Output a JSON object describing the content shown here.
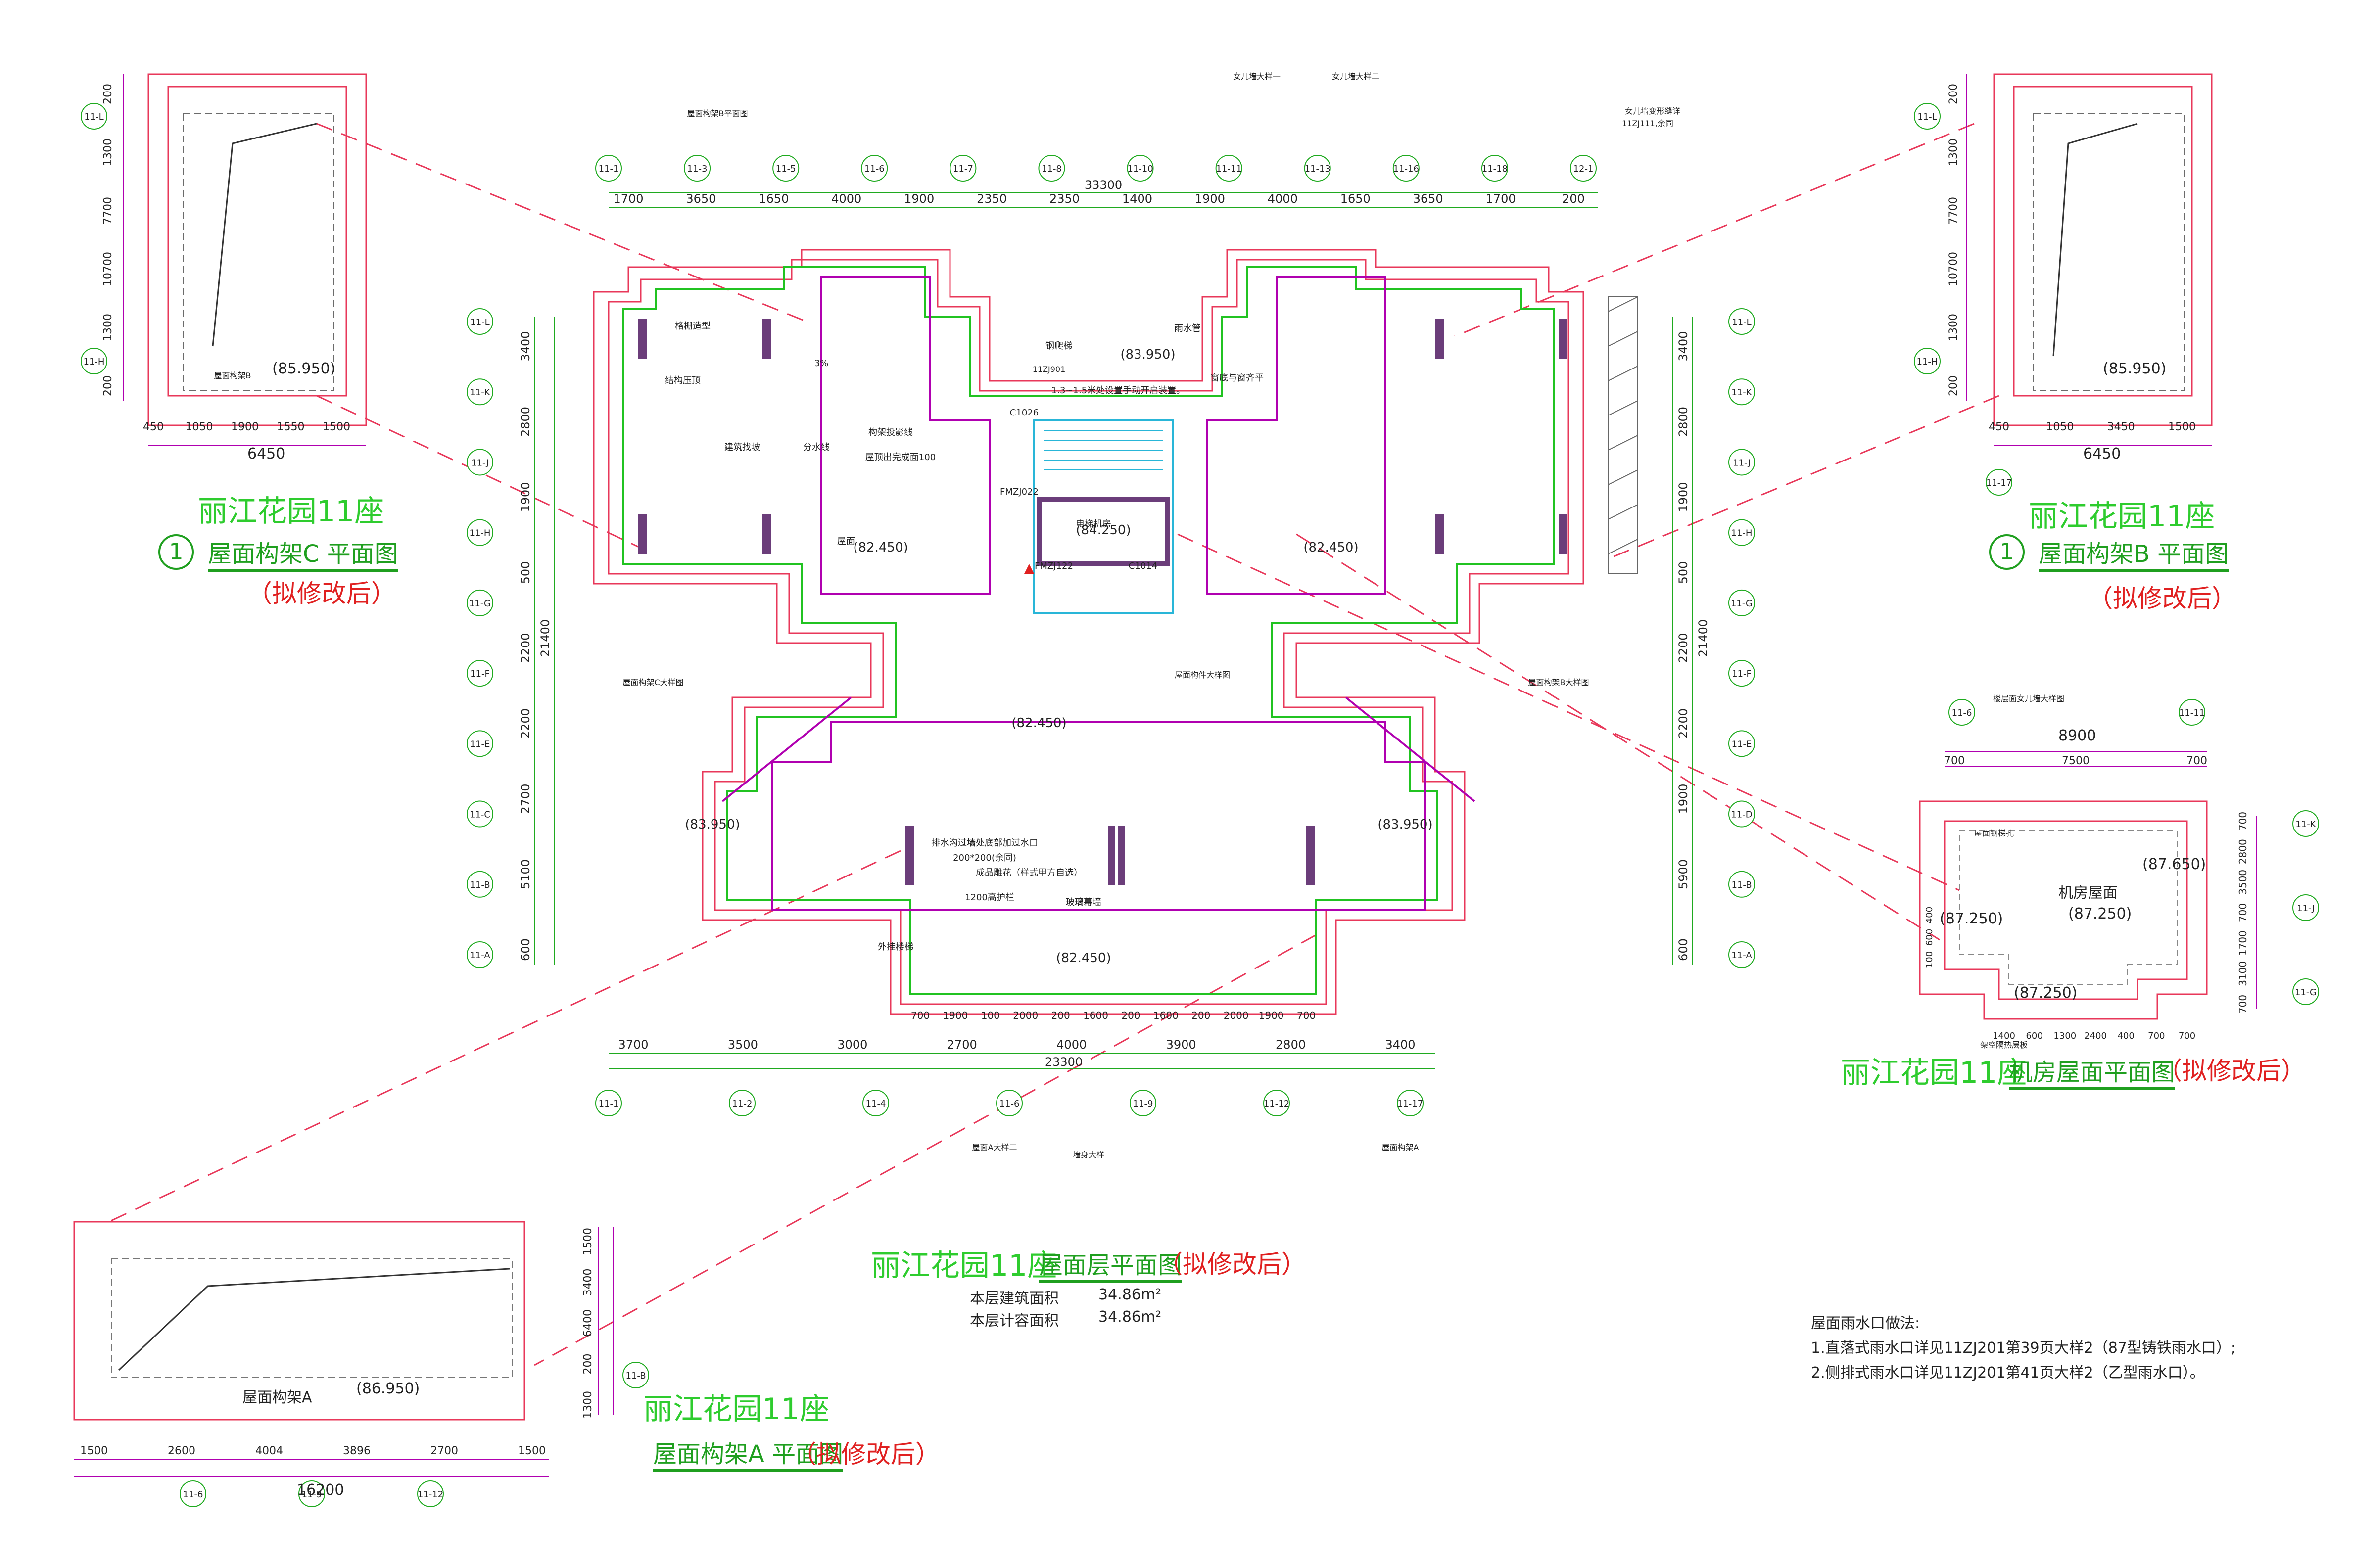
{
  "main_plan": {
    "title": "丽江花园11座",
    "subtitle": "屋面层平面图",
    "status": "（拟修改后）",
    "area_rows": [
      {
        "label": "本层建筑面积",
        "value": "34.86m²"
      },
      {
        "label": "本层计容面积",
        "value": "34.86m²"
      }
    ],
    "top_axes": [
      "11-1",
      "11-3",
      "11-5",
      "11-6",
      "11-7",
      "11-8",
      "11-10",
      "11-11",
      "11-13",
      "11-16",
      "11-18",
      "12-1"
    ],
    "bottom_axes": [
      "11-1",
      "11-2",
      "11-4",
      "11-6",
      "11-9",
      "11-12",
      "11-17"
    ],
    "left_axes": [
      "11-L",
      "11-K",
      "11-J",
      "11-H",
      "11-G",
      "11-F",
      "11-E",
      "11-C",
      "11-B",
      "11-A"
    ],
    "right_axes": [
      "11-L",
      "11-K",
      "11-J",
      "11-H",
      "11-G",
      "11-F",
      "11-E",
      "11-D",
      "11-B",
      "11-A"
    ],
    "top_dims": [
      "1700",
      "3650",
      "1650",
      "4000",
      "1900",
      "2350",
      "2350",
      "1400",
      "1900",
      "4000",
      "1650",
      "3650",
      "1700",
      "200"
    ],
    "top_total": "33300",
    "bottom_dims_1": [
      "3700",
      "3500",
      "3000",
      "2700",
      "4000",
      "3900",
      "2800",
      "3400"
    ],
    "bottom_total": "23300",
    "bottom_dims_upper": [
      "700",
      "1900",
      "100",
      "2000",
      "200",
      "1600",
      "200",
      "1600",
      "200",
      "2000",
      "1900",
      "700"
    ],
    "left_dims": [
      "3400",
      "2800",
      "1900",
      "500",
      "2200",
      "2200",
      "2700",
      "5100",
      "600"
    ],
    "left_total": "21400",
    "right_dims": [
      "3400",
      "2800",
      "1900",
      "500",
      "2200",
      "2200",
      "1900",
      "5900",
      "600"
    ],
    "right_total": "21400",
    "elevations": [
      "(83.950)",
      "(82.450)",
      "(84.250)",
      "(82.450)",
      "(82.450)",
      "(83.950)",
      "(83.950)",
      "(82.450)"
    ],
    "labels": [
      "构架投影线",
      "结构压顶",
      "建筑找坡",
      "分水线",
      "格栅造型",
      "屋面",
      "电梯机房",
      "雨水管",
      "钢爬梯",
      "外挂楼梯",
      "成品雕花（样式甲方自选）",
      "玻璃幕墙",
      "1200高护栏",
      "排水沟过墙处底部加过水口",
      "200*200(余同)",
      "屋顶出完成面100",
      "C1026",
      "FMZJ022",
      "C1014",
      "FMZJ122",
      "1.3~1.5米处设置手动开启装置。",
      "窗底与窗齐平",
      "3%"
    ],
    "detail_refs": [
      "屋面构架B平面图",
      "女儿墙大样一",
      "女儿墙大样二",
      "女儿墙变形缝详",
      "11ZJ111,余同",
      "11ZJ901",
      "屋面构架C大样图",
      "屋面构架B大样图",
      "屋面构件大样图",
      "屋面A大样二",
      "墙身大样",
      "屋面构架A"
    ]
  },
  "plan_c": {
    "title": "丽江花园11座",
    "subtitle": "屋面构架C 平面图",
    "number": "1",
    "status": "（拟修改后）",
    "vert_dims": [
      "200",
      "1300",
      "7700",
      "10700",
      "1300",
      "200"
    ],
    "horiz_dims": [
      "450",
      "1050",
      "1900",
      "1550",
      "1500"
    ],
    "total": "6450",
    "elevation": "(85.950)",
    "note": "屋面构架B",
    "axes": [
      "11-L",
      "11-H"
    ]
  },
  "plan_b": {
    "title": "丽江花园11座",
    "subtitle": "屋面构架B 平面图",
    "number": "1",
    "status": "（拟修改后）",
    "vert_dims": [
      "200",
      "1300",
      "7700",
      "10700",
      "1300",
      "200"
    ],
    "horiz_dims": [
      "450",
      "1050",
      "3450",
      "1500"
    ],
    "total": "6450",
    "elevation": "(85.950)",
    "axes": [
      "11-L",
      "11-H",
      "11-17"
    ]
  },
  "plan_machine": {
    "title": "丽江花园11座",
    "subtitle": "机房屋面平面图",
    "status": "（拟修改后）",
    "top_dims": [
      "700",
      "7500",
      "700"
    ],
    "top_total": "8900",
    "axes_top": [
      "11-6",
      "11-11"
    ],
    "axes_right": [
      "11-K",
      "11-J",
      "11-G"
    ],
    "right_dims": [
      "700",
      "2800",
      "3500",
      "700",
      "1700",
      "3100",
      "700"
    ],
    "left_dims": [
      "400",
      "600",
      "100"
    ],
    "bottom_dims": [
      "1400",
      "600",
      "1300",
      "2400",
      "400",
      "700",
      "700"
    ],
    "elevations": [
      "(87.650)",
      "(87.250)",
      "(87.250)",
      "(87.250)"
    ],
    "labels": [
      "机房屋面",
      "屋面钢梯孔",
      "架空隔热层板",
      "楼层面女儿墙大样图"
    ]
  },
  "plan_a": {
    "title": "丽江花园11座",
    "subtitle": "屋面构架A 平面图",
    "status": "（拟修改后）",
    "vert_dims": [
      "1500",
      "3400",
      "6400",
      "200",
      "1300"
    ],
    "horiz_dims": [
      "1500",
      "2600",
      "4004",
      "3896",
      "2700",
      "1500"
    ],
    "total": "16200",
    "elevation": "(86.950)",
    "label": "屋面构架A",
    "axes": [
      "11-6",
      "11-9",
      "11-12",
      "11-B"
    ]
  },
  "drain_notes": {
    "heading": "屋面雨水口做法:",
    "lines": [
      "1.直落式雨水口详见11ZJ201第39页大样2（87型铸铁雨水口）;",
      "2.侧排式雨水口详见11ZJ201第41页大样2（乙型雨水口）。"
    ]
  },
  "colors": {
    "title_green": "#2ecc2e",
    "status_red": "#e02020",
    "outline_red": "#e8385a",
    "structure_magenta": "#b000b0",
    "wall_green": "#21c321",
    "dim_green": "#1faa1f",
    "column_purple": "#6b3d7a",
    "window_cyan": "#29b6d8"
  }
}
